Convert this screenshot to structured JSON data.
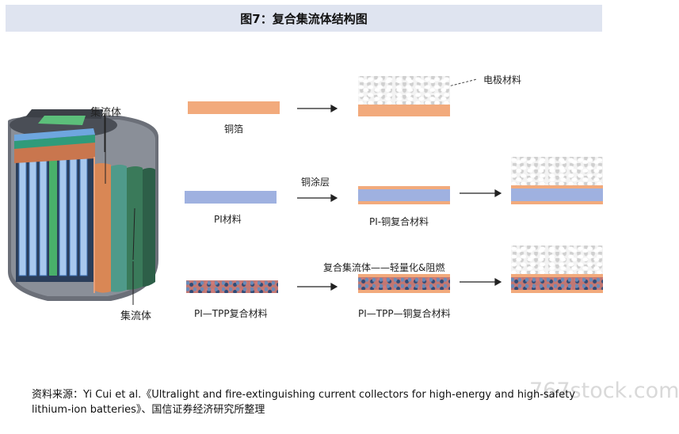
{
  "title": "图7：复合集流体结构图",
  "labels": {
    "collector_top": "集流体",
    "collector_bottom": "集流体",
    "copper_foil": "铜箔",
    "electrode_material": "电极材料",
    "copper_coating": "铜涂层",
    "pi_material": "PI材料",
    "pi_copper_composite": "PI-铜复合材料",
    "lightweight_note": "复合集流体——轻量化&阻燃",
    "pi_tpp_composite": "PI—TPP复合材料",
    "pi_tpp_copper_composite": "PI—TPP—铜复合材料"
  },
  "footer": {
    "source": "资料来源：Yi Cui et al.《Ultralight and fire-extinguishing current collectors for high-energy and high-safety lithium-ion batteries》、国信证券经济研究所整理"
  },
  "watermark": "767stock.com",
  "colors": {
    "copper": "#f2aa7c",
    "pi": "#9fb1e0",
    "title_bg": "#dfe4f0"
  }
}
